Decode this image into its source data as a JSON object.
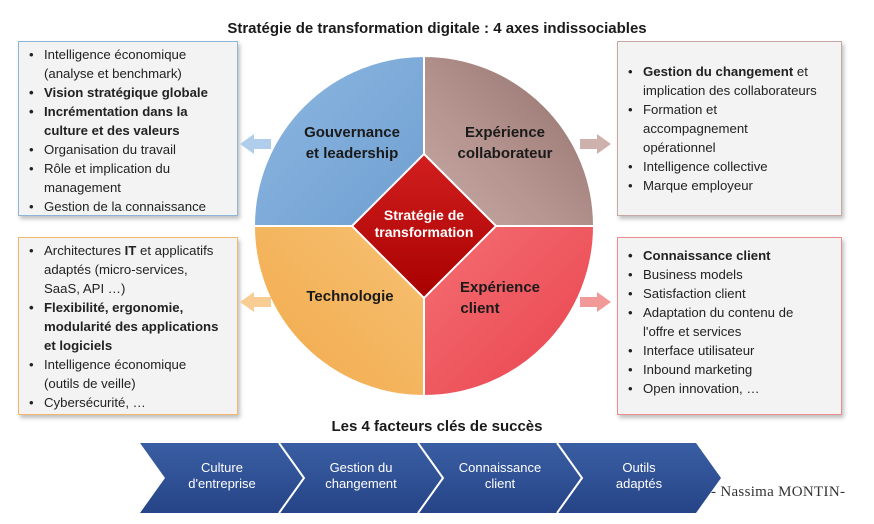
{
  "title": "Stratégie de transformation digitale : 4 axes indissociables",
  "center": {
    "line1": "Stratégie de",
    "line2": "transformation"
  },
  "quadrants": {
    "top_left": {
      "line1": "Gouvernance",
      "line2": "et leadership",
      "color": "#7ba7d6"
    },
    "top_right": {
      "line1": "Expérience",
      "line2": "collaborateur",
      "color": "#a98580"
    },
    "bottom_left": {
      "line1": "Technologie",
      "color": "#f0b24e"
    },
    "bottom_right": {
      "line1": "Expérience",
      "line2": "client",
      "color": "#ef5b5f"
    }
  },
  "center_color": "#c00000",
  "boxes": {
    "top_left": [
      "Intelligence économique",
      "(analyse et benchmark)",
      "Vision stratégique globale",
      "Incrémentation dans la",
      "culture et des valeurs",
      "Organisation du travail",
      "Rôle et implication du",
      "management",
      "Gestion de la connaissance"
    ],
    "top_right": [
      "Gestion du changement",
      " et",
      "implication des collaborateurs",
      "Formation et",
      "accompagnement",
      "opérationnel",
      "Intelligence collective",
      "Marque employeur"
    ],
    "bottom_left": [
      "Architectures ",
      "IT",
      " et applicatifs",
      "adaptés (micro-services,",
      "SaaS, API …)",
      "Flexibilité, ergonomie,",
      "modularité des applications",
      "et logiciels",
      "Intelligence économique",
      "(outils de veille)",
      "Cybersécurité, …"
    ],
    "bottom_right": [
      "Connaissance client",
      "Business models",
      "Satisfaction client",
      "Adaptation du contenu de",
      "l'offre et services",
      "Interface utilisateur",
      "Inbound marketing",
      "Open innovation, …"
    ]
  },
  "subtitle": "Les 4 facteurs clés de succès",
  "factors": [
    {
      "line1": "Culture",
      "line2": "d'entreprise"
    },
    {
      "line1": "Gestion du",
      "line2": "changement"
    },
    {
      "line1": "Connaissance",
      "line2": "client"
    },
    {
      "line1": "Outils",
      "line2": "adaptés"
    }
  ],
  "signature": "- Nassima MONTIN-",
  "chevron_color": "#2f4f8f"
}
